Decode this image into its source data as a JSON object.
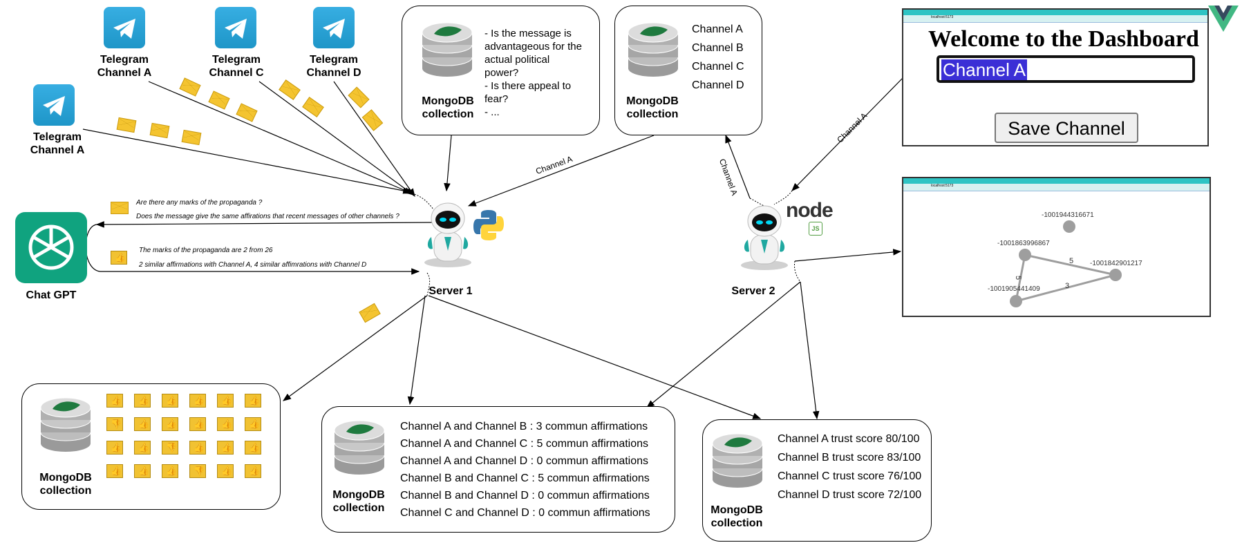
{
  "telegram": [
    {
      "line1": "Telegram",
      "line2": "Channel A"
    },
    {
      "line1": "Telegram",
      "line2": "Channel C"
    },
    {
      "line1": "Telegram",
      "line2": "Channel D"
    },
    {
      "line1": "Telegram",
      "line2": "Channel A"
    }
  ],
  "questions_box": {
    "label_line1": "MongoDB",
    "label_line2": "collection",
    "lines": [
      "- Is the message is",
      "advantageous for the",
      "actual political",
      "power?",
      "- Is there appeal to",
      "fear?",
      "- ..."
    ]
  },
  "channels_box": {
    "label_line1": "MongoDB",
    "label_line2": "collection",
    "channels": [
      "Channel A",
      "Channel B",
      "Channel C",
      "Channel D"
    ]
  },
  "dashboard": {
    "title": "Welcome to the Dashboard",
    "input_value": "Channel A",
    "save_button": "Save Channel",
    "url": "localhost:5173"
  },
  "graph": {
    "url": "localhost:5173",
    "nodes": [
      "-1001944316671",
      "-1001863996867",
      "-1001842901217",
      "-1001905441409"
    ],
    "edges": [
      {
        "from": "-1001863996867",
        "to": "-1001842901217",
        "label": "5"
      },
      {
        "from": "-1001863996867",
        "to": "-1001905441409",
        "label": "5"
      },
      {
        "from": "-1001905441409",
        "to": "-1001842901217",
        "label": "3"
      }
    ]
  },
  "chatgpt": {
    "label": "Chat GPT",
    "request_line1": "Are there any marks of the propaganda ?",
    "request_line2": "Does the message give the same affirations that recent messages of other channels ?",
    "response_line1": "The marks of the propaganda are 2 from 26",
    "response_line2": "2 similar affirmations with Channel A,  4 similar affimrations with Channel D"
  },
  "servers": {
    "server1": "Server 1",
    "server2": "Server 2",
    "node_logo": "node",
    "node_badge": "JS"
  },
  "arrow_labels": {
    "to_server1": "Channel A",
    "server2_to_db": "Channel A",
    "dashboard_to_server2": "Channel A"
  },
  "marks_box": {
    "label_line1": "MongoDB",
    "label_line2": "collection",
    "grid": [
      [
        "up",
        "up",
        "up",
        "up",
        "up",
        "up"
      ],
      [
        "down",
        "up",
        "up",
        "up",
        "up",
        "up"
      ],
      [
        "up",
        "up",
        "down",
        "up",
        "up",
        "up"
      ],
      [
        "up",
        "up",
        "up",
        "down",
        "up",
        "up"
      ]
    ]
  },
  "affirmations_box": {
    "label_line1": "MongoDB",
    "label_line2": "collection",
    "lines": [
      "Channel A and Channel B : 3 commun affirmations",
      "Channel A and Channel C : 5 commun affirmations",
      "Channel A and Channel D : 0 commun affirmations",
      "Channel B and Channel C : 5 commun affirmations",
      "Channel B and Channel D : 0 commun affirmations",
      "Channel C and Channel D : 0 commun affirmations"
    ]
  },
  "trust_box": {
    "label_line1": "MongoDB",
    "label_line2": "collection",
    "lines": [
      "Channel A trust score 80/100",
      "Channel B trust score 83/100",
      "Channel C trust score 76/100",
      "Channel D trust score 72/100"
    ]
  },
  "colors": {
    "telegram": "#2aa3dc",
    "chatgpt": "#10a37f",
    "vue_green": "#41b883",
    "node_green": "#539e43",
    "highlight": "#3b2fd6",
    "teal_bar": "#2ec4c4"
  }
}
